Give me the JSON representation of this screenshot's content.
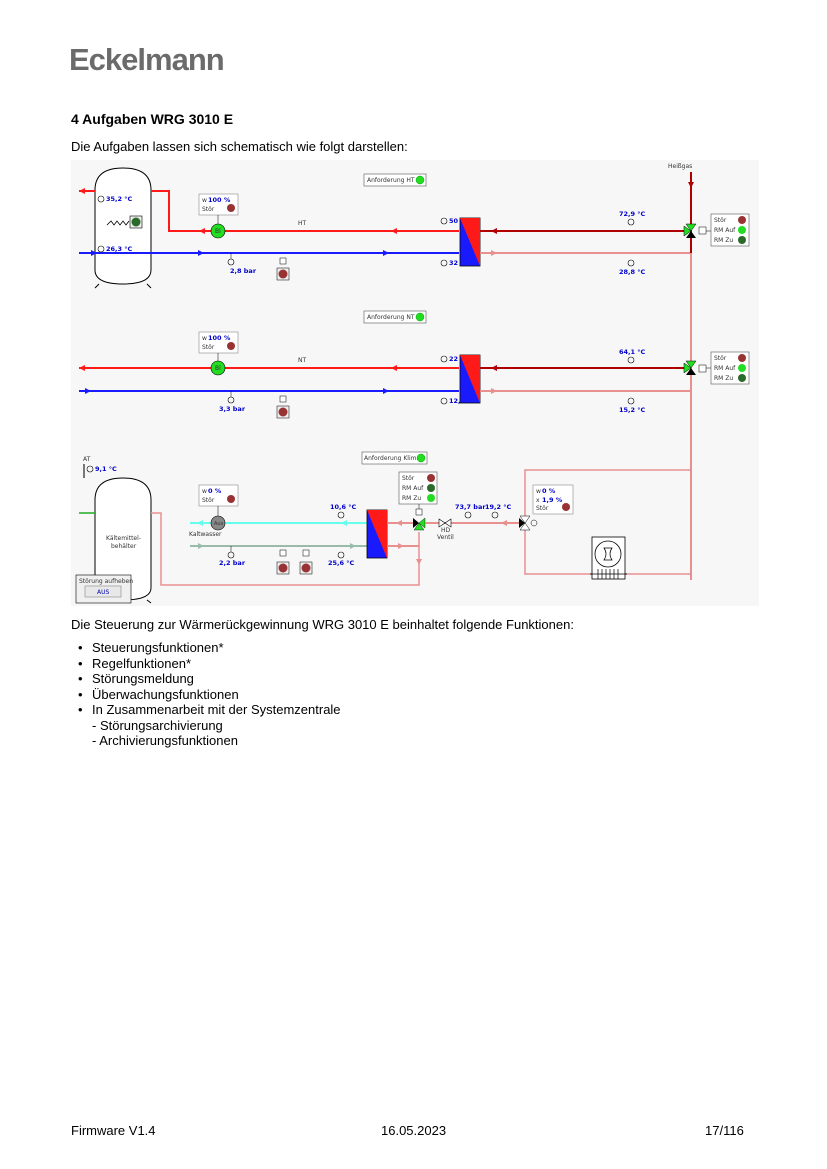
{
  "header": {
    "logo": "Eckelmann"
  },
  "section": {
    "heading": "4 Aufgaben WRG 3010 E",
    "intro": "Die Aufgaben lassen sich schematisch wie folgt darstellen:"
  },
  "schematic": {
    "heissgas_label": "Heißgas",
    "ht": {
      "label": "HT",
      "anforderung": "Anforderung HT",
      "tank_top_temp": "35,2 °C",
      "tank_bottom_temp": "26,3 °C",
      "pump_w": "100 %",
      "pump_stoer": "Stör",
      "pump_label": "Bl",
      "pressure": "2,8 bar",
      "flow_temp": "50 °C",
      "return_temp": "32 °C",
      "hot_in_temp": "72,9 °C",
      "hot_out_temp": "28,8 °C",
      "valve_status": {
        "stoer": "Stör",
        "rm_auf": "RM Auf",
        "rm_zu": "RM Zu"
      }
    },
    "nt": {
      "label": "NT",
      "anforderung": "Anforderung NT",
      "pump_w": "100 %",
      "pump_stoer": "Stör",
      "pump_label": "Bl",
      "pressure": "3,3 bar",
      "flow_temp": "22 °C",
      "return_temp": "12,3 °C",
      "hot_in_temp": "64,1 °C",
      "hot_out_temp": "15,2 °C",
      "valve_status": {
        "stoer": "Stör",
        "rm_auf": "RM Auf",
        "rm_zu": "RM Zu"
      }
    },
    "klima": {
      "anforderung": "Anforderung Klima",
      "at_label": "AT",
      "at_temp": "9,1 °C",
      "tank_label_1": "Kältemittel-",
      "tank_label_2": "behälter",
      "pump_w": "0 %",
      "pump_stoer": "Stör",
      "pump_label": "Aus",
      "kaltwasser_label": "Kaltwasser",
      "pressure": "2,2 bar",
      "kw_supply_temp": "10,6 °C",
      "kw_return_temp": "25,6 °C",
      "hd_pressure": "73,7 bar",
      "hd_temp": "19,2 °C",
      "hd_ventil_1": "HD",
      "hd_ventil_2": "Ventil",
      "valve_status": {
        "stoer": "Stör",
        "rm_auf": "RM Auf",
        "rm_zu": "RM Zu"
      },
      "gc_w": "0 %",
      "gc_x": "1,9 %",
      "gc_stoer": "Stör",
      "stoerung_label": "Störung aufheben",
      "stoerung_button": "AUS"
    },
    "colors": {
      "hot": "#ff1a1a",
      "cold": "#1a1aff",
      "heissgas": "#b00000",
      "cooled_gas": "#e89090",
      "kaltwasser_supply": "#66ffee",
      "kaltwasser_return": "#99bbaa",
      "ok_green": "#22dd22",
      "fault_red": "#993333"
    }
  },
  "summary": "Die Steuerung zur Wärmerückgewinnung WRG 3010 E beinhaltet folgende Funktionen:",
  "functions": [
    "Steuerungsfunktionen*",
    "Regelfunktionen*",
    "Störungsmeldung",
    "Überwachungsfunktionen",
    "In Zusammenarbeit mit der Systemzentrale"
  ],
  "sub_functions": [
    "- Störungsarchivierung",
    "- Archivierungsfunktionen"
  ],
  "footer": {
    "firmware": "Firmware V1.4",
    "date": "16.05.2023",
    "page": "17/116"
  }
}
